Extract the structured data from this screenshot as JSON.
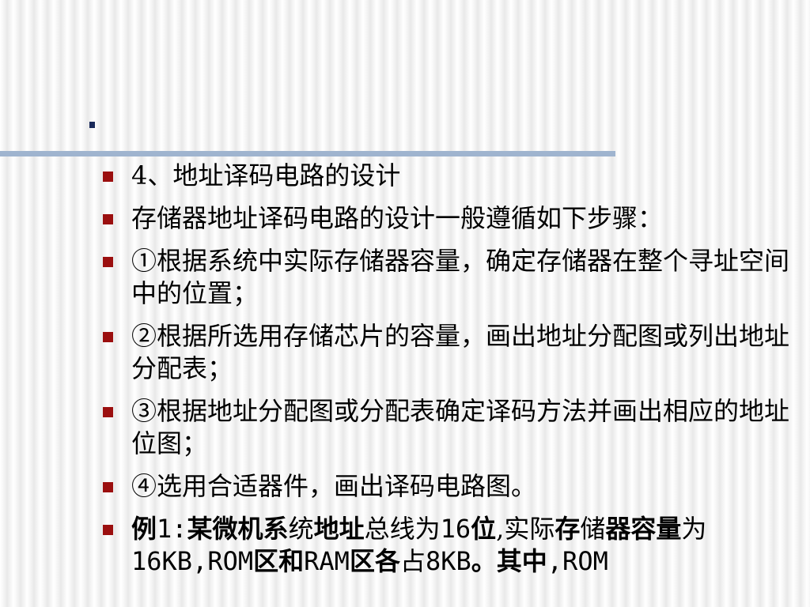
{
  "slide": {
    "title_text": "",
    "accent_color": "#9fb4cf",
    "bullet_color": "#9b0f0f",
    "bullets": [
      "4、地址译码电路的设计",
      "存储器地址译码电路的设计一般遵循如下步骤：",
      "①根据系统中实际存储器容量，确定存储器在整个寻址空间中的位置；",
      "②根据所选用存储芯片的容量，画出地址分配图或列出地址分配表；",
      "③根据地址分配图或分配表确定译码方法并画出相应的地址位图；",
      "④选用合适器件，画出译码电路图。"
    ],
    "example": {
      "p1": "例",
      "p2": "1:",
      "p3": "某微机系",
      "p4": "统",
      "p5": "地址",
      "p6": "总线为",
      "p7": "16",
      "p8": "位",
      "p9": ",实际",
      "p10": "存",
      "p11": "储",
      "p12": "器容量",
      "p13": "为",
      "p14": "16KB,ROM",
      "p15": "区和",
      "p16": "RAM",
      "p17": "区各",
      "p18": "占",
      "p19": "8KB",
      "p20": "。其中",
      "p21": ",ROM"
    }
  }
}
